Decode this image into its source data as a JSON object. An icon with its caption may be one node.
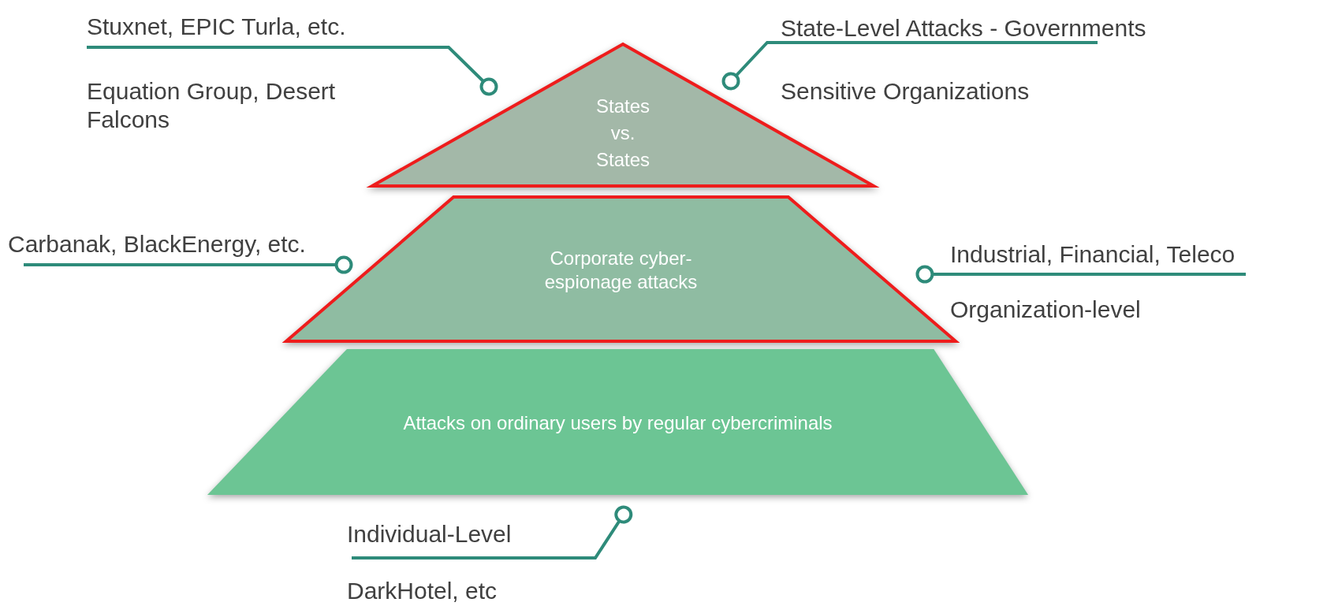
{
  "diagram": {
    "nodes": [
      {
        "text": [
          "States vs. States"
        ]
      },
      {
        "text": [
          "Corporate cyber-espionage attacks"
        ]
      },
      {
        "text": [
          "Attacks on ordinary users by regular cybercriminals"
        ]
      },
      {
        "text": [
          "Stuxnet, EPIC Turla, etc.",
          "Equation Group, Desert Falcons"
        ]
      },
      {
        "text": [
          "State-Level Attacks - Governments",
          "Sensitive Organizations"
        ]
      },
      {
        "text": [
          "Carbanak, BlackEnergy, etc."
        ]
      },
      {
        "text": [
          "Industrial, Financial, Teleco",
          "Organization-level"
        ]
      },
      {
        "text": [
          "Individual-Level",
          "DarkHotel, etc"
        ]
      }
    ],
    "edges": [
      {
        "from": 3,
        "to": 0,
        "arrow": "other"
      },
      {
        "from": 4,
        "to": 0,
        "arrow": "other"
      },
      {
        "from": 5,
        "to": 1,
        "arrow": "other"
      },
      {
        "from": 6,
        "to": 1,
        "arrow": "other"
      },
      {
        "from": 7,
        "to": 2,
        "arrow": "other"
      }
    ]
  }
}
